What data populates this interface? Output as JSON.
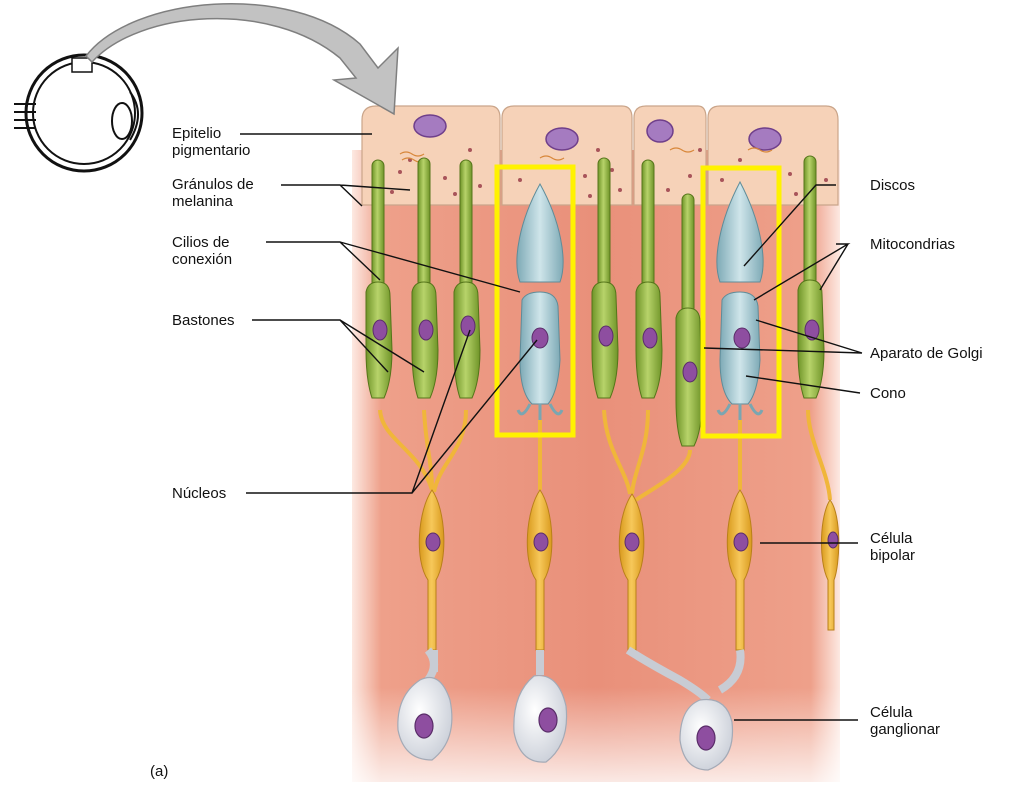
{
  "labels": {
    "epitelio": "Epitelio\npigmentario",
    "granulos": "Gránulos de\nmelanina",
    "cilios": "Cilios de\nconexión",
    "bastones": "Bastones",
    "nucleos": "Núcleos",
    "discos": "Discos",
    "mitocondrias": "Mitocondrias",
    "golgi": "Aparato de Golgi",
    "cono": "Cono",
    "bipolar": "Célula\nbipolar",
    "ganglionar": "Célula\nganglionar",
    "panel": "(a)"
  },
  "colors": {
    "tissue": "#e9907a",
    "tissue_light": "#f3b9a6",
    "epithelium": "#f6d2b8",
    "rod": "#9bbd49",
    "rod_dark": "#6c8d25",
    "cone": "#a6cdd6",
    "bipolar": "#f2b53a",
    "ganglion": "#dfe3ea",
    "nucleus": "#8e4ea0",
    "highlight_box": "#fff200",
    "arrow": "#c2c2c2"
  }
}
